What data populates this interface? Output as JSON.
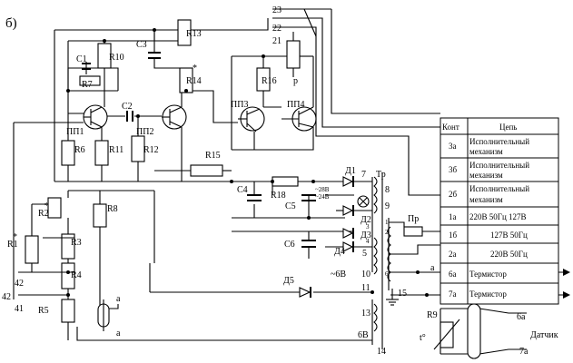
{
  "figure": {
    "letter": "б)"
  },
  "resistors": {
    "r1": "R1",
    "r2": "R2",
    "r3": "R3",
    "r4": "R4",
    "r5": "R5",
    "r6": "R6",
    "r7": "R7",
    "r8": "R8",
    "r9": "R9",
    "r10": "R10",
    "r11": "R11",
    "r12": "R12",
    "r13": "R13",
    "r14": "R14",
    "r15": "R15",
    "r16": "R16",
    "r18": "R18",
    "trim_mark": "*"
  },
  "capacitors": {
    "c1": "C1",
    "c2": "C2",
    "c3": "C3",
    "c4": "C4",
    "c5": "C5",
    "c6": "C6"
  },
  "transistors": {
    "pp1": "ПП1",
    "pp2": "ПП2",
    "pp3": "ПП3",
    "pp4": "ПП4"
  },
  "diodes": {
    "d1": "Д1",
    "d2": "Д2",
    "d3": "Д3",
    "d4": "Д4",
    "d5": "Д5"
  },
  "transformer": {
    "name": "Тр",
    "pins": [
      "7",
      "8",
      "9",
      "1",
      "2",
      "3",
      "4",
      "5",
      "6",
      "10",
      "11",
      "13",
      "14",
      "15"
    ],
    "lamp_voltage_1": "~28В",
    "lamp_voltage_2": "~24В",
    "winding_6v": "~6В",
    "winding_6v_bottom": "6В"
  },
  "fuse": {
    "label": "Пр"
  },
  "relay": {
    "label": "р",
    "contacts": [
      "23",
      "22",
      "21"
    ]
  },
  "terminals": {
    "t42_top": "42",
    "t42_left": "42",
    "t41": "41",
    "jack_a": "а",
    "jack_a_under": "а",
    "table_a": "а",
    "sensor_6a": "6а",
    "sensor_7a": "7а"
  },
  "sensor": {
    "label": "Датчик",
    "temp_symbol": "t°"
  },
  "table": {
    "headers": {
      "contact": "Конт",
      "circuit": "Цепь"
    },
    "rows": [
      {
        "contact": "3а",
        "circuit_line1": "Исполнительный",
        "circuit_line2": "механизм"
      },
      {
        "contact": "3б",
        "circuit_line1": "Исполнительный",
        "circuit_line2": "механизм"
      },
      {
        "contact": "2б",
        "circuit_line1": "Исполнительный",
        "circuit_line2": "механизм"
      },
      {
        "contact": "1а",
        "circuit_line1": "220В 50Гц 127В",
        "circuit_line2": ""
      },
      {
        "contact": "1б",
        "circuit_line1": "127В 50Гц",
        "circuit_line2": ""
      },
      {
        "contact": "2а",
        "circuit_line1": "220В 50Гц",
        "circuit_line2": ""
      },
      {
        "contact": "6а",
        "circuit_line1": "Термистор",
        "circuit_line2": ""
      },
      {
        "contact": "7а",
        "circuit_line1": "Термистор",
        "circuit_line2": ""
      }
    ]
  }
}
